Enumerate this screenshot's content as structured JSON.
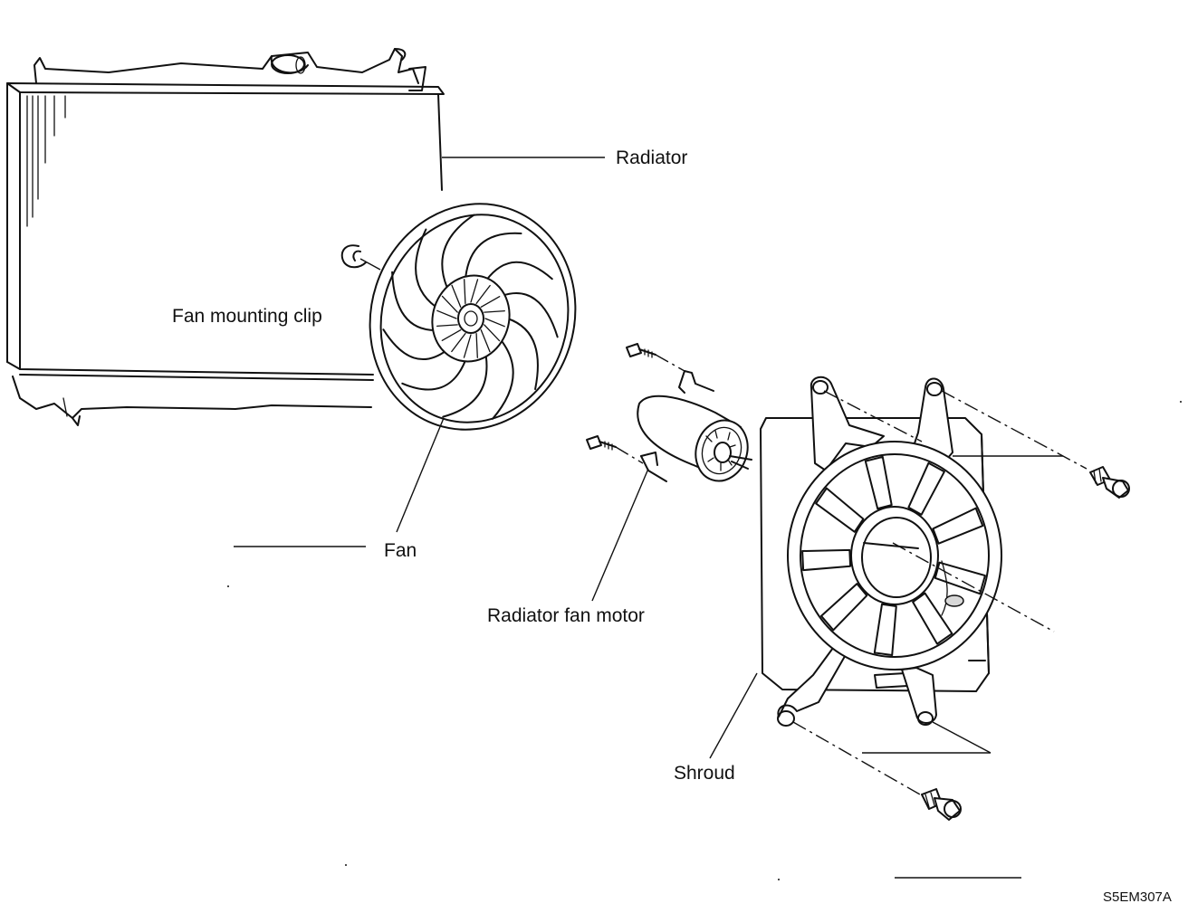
{
  "labels": {
    "radiator": "Radiator",
    "fan_mounting_clip": "Fan mounting clip",
    "fan": "Fan",
    "radiator_fan_motor": "Radiator fan motor",
    "shroud": "Shroud"
  },
  "figure_code": "S5EM307A",
  "colors": {
    "ink": "#111111",
    "paper": "#ffffff"
  }
}
